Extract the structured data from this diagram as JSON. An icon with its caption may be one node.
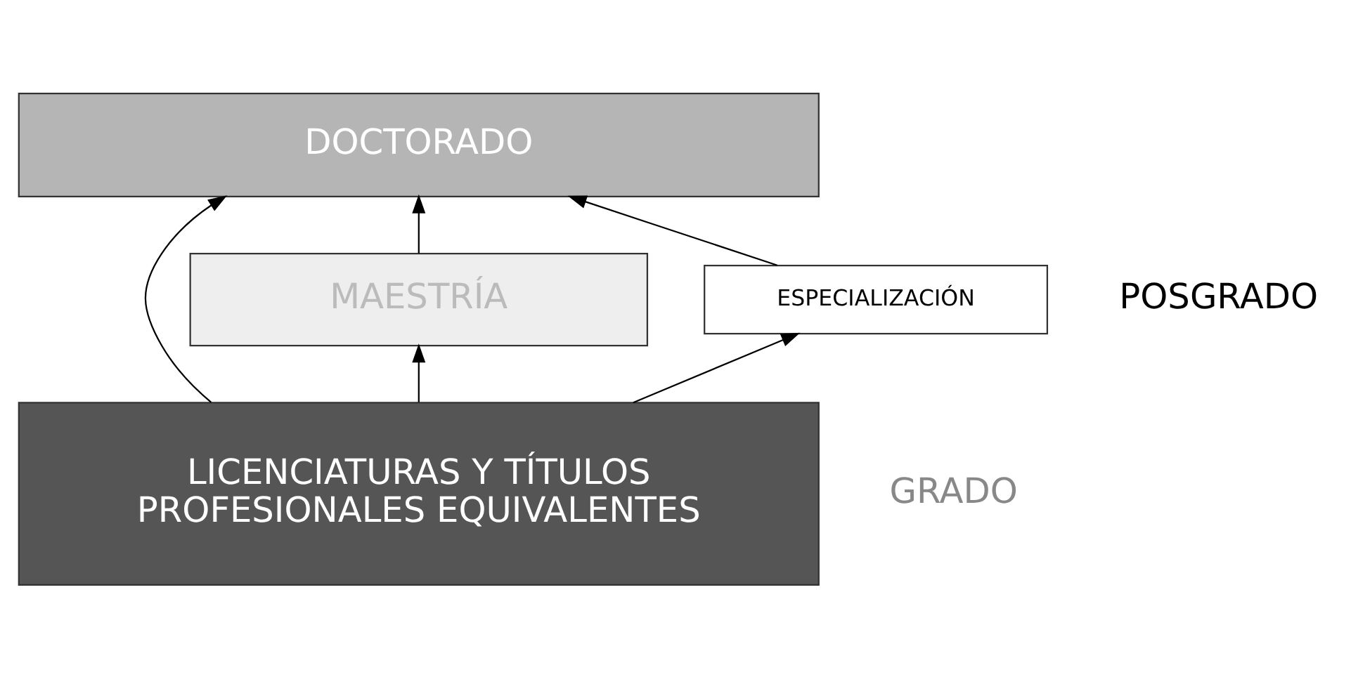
{
  "diagram": {
    "nodes": [
      {
        "text": [
          "DOCTORADO"
        ]
      },
      {
        "text": [
          "MAESTRÍA"
        ]
      },
      {
        "text": [
          "ESPECIALIZACIÓN"
        ]
      },
      {
        "text": [
          "LICENCIATURAS Y TÍTULOS PROFESIONALES EQUIVALENTES"
        ]
      }
    ],
    "edges": [
      {
        "from": 2,
        "to": 0,
        "arrow": "to"
      },
      {
        "from": 1,
        "to": 0,
        "arrow": "to"
      },
      {
        "from": 3,
        "to": 2,
        "arrow": "to"
      },
      {
        "from": 3,
        "to": 1,
        "arrow": "to"
      },
      {
        "from": 3,
        "to": 0,
        "arrow": "to"
      }
    ],
    "labels": [
      "POSGRADO",
      "GRADO"
    ]
  }
}
